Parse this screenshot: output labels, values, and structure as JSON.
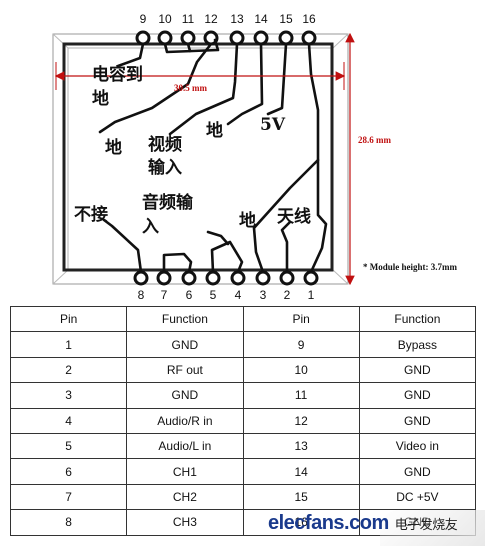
{
  "top_pins": [
    "9",
    "10",
    "11",
    "12",
    "13",
    "14",
    "15",
    "16"
  ],
  "bottom_pins": [
    "8",
    "7",
    "6",
    "5",
    "4",
    "3",
    "2",
    "1"
  ],
  "dimensions": {
    "width": "30.5 mm",
    "height": "28.6 mm",
    "module_height_note": "* Module height: 3.7mm"
  },
  "annotations": {
    "cap_ground_line1": "电容到",
    "cap_ground_line2": "地",
    "gnd_left": "地",
    "video_in_line1": "视频",
    "video_in_line2": "输入",
    "gnd_mid": "地",
    "v5": "5V",
    "no_connect": "不接",
    "audio_in_line1": "音频输",
    "audio_in_line2": "入",
    "gnd_right": "地",
    "antenna": "天线"
  },
  "table": {
    "headers": [
      "Pin",
      "Function",
      "Pin",
      "Function"
    ],
    "rows": [
      [
        "1",
        "GND",
        "9",
        "Bypass"
      ],
      [
        "2",
        "RF out",
        "10",
        "GND"
      ],
      [
        "3",
        "GND",
        "11",
        "GND"
      ],
      [
        "4",
        "Audio/R in",
        "12",
        "GND"
      ],
      [
        "5",
        "Audio/L in",
        "13",
        "Video in"
      ],
      [
        "6",
        "CH1",
        "14",
        "GND"
      ],
      [
        "7",
        "CH2",
        "15",
        "DC +5V"
      ],
      [
        "8",
        "CH3",
        "16",
        "GND"
      ]
    ]
  },
  "watermark": {
    "logo": "elecfans.com",
    "subtitle": "电子发烧友"
  }
}
